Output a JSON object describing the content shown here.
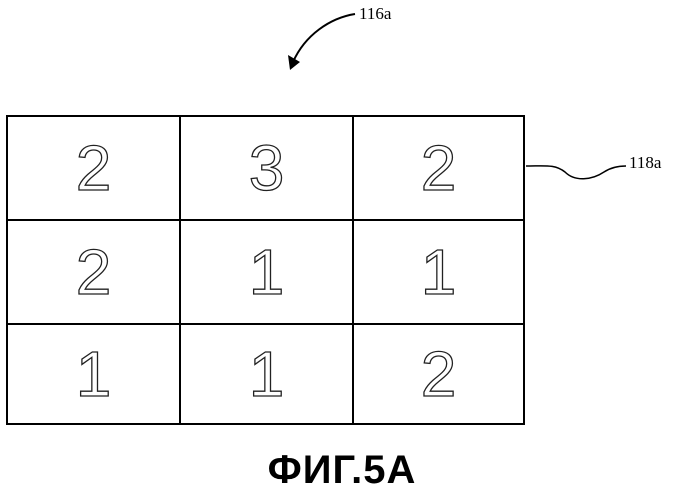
{
  "figure": {
    "title": "ФИГ.5А",
    "ref_top": "116a",
    "ref_right": "118a"
  },
  "grid": {
    "rows": [
      [
        "2",
        "3",
        "2"
      ],
      [
        "2",
        "1",
        "1"
      ],
      [
        "1",
        "1",
        "2"
      ]
    ]
  }
}
